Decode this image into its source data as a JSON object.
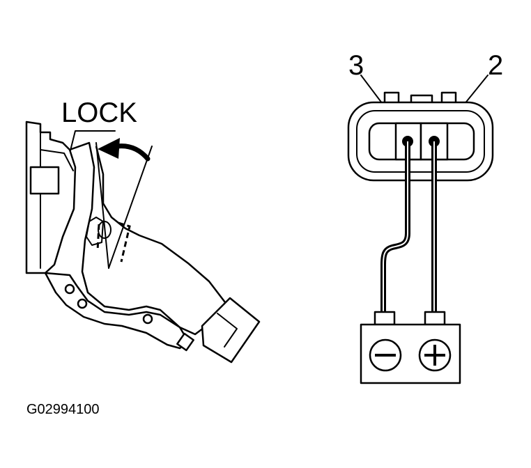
{
  "lock_label": "LOCK",
  "terminals": {
    "left": "3",
    "right": "2"
  },
  "battery": {
    "negative_symbol": "minus",
    "positive_symbol": "plus"
  },
  "figure_code": "G02994100"
}
